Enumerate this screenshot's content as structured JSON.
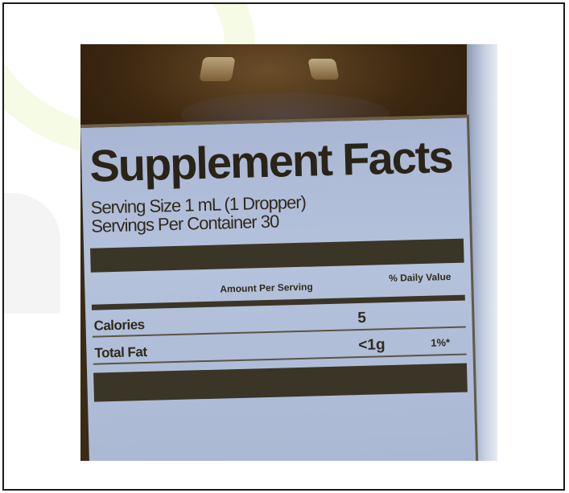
{
  "label": {
    "title": "Supplement Facts",
    "serving_size": "Serving Size 1 mL (1 Dropper)",
    "servings_per_container": "Servings Per Container 30",
    "column_amount": "Amount Per Serving",
    "column_daily_value": "% Daily Value",
    "rows": [
      {
        "name": "Calories",
        "amount": "5",
        "daily_value": ""
      },
      {
        "name": "Total Fat",
        "amount": "<1g",
        "daily_value": "1%*"
      }
    ]
  },
  "colors": {
    "label_background": "#b0bed9",
    "ink": "#2b2518",
    "glass": "#3d2810"
  }
}
